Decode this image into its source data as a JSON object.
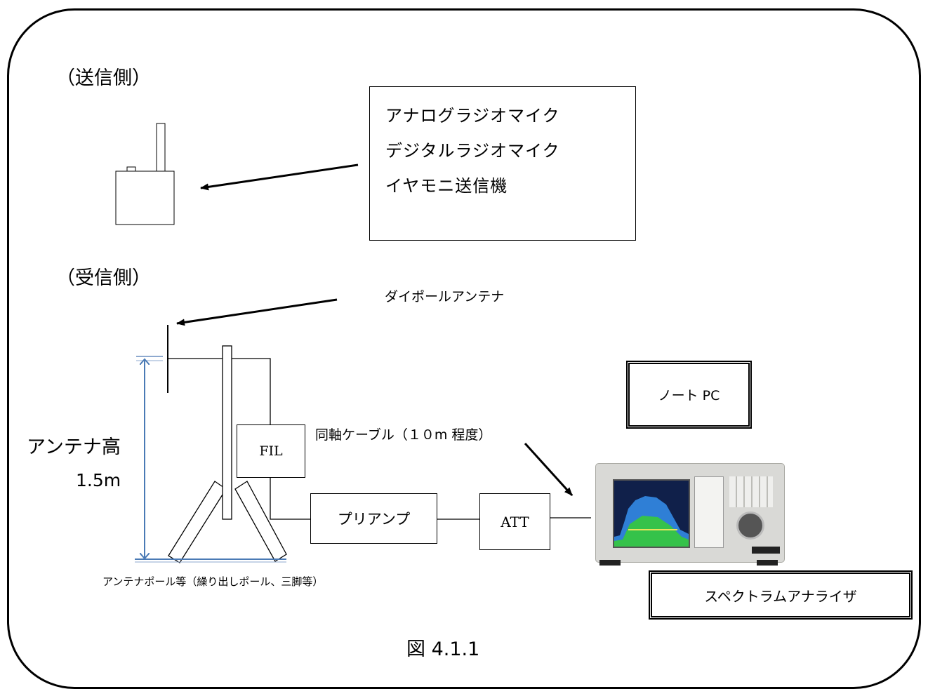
{
  "sections": {
    "transmit_label": "（送信側）",
    "receive_label": "（受信側）"
  },
  "transmitters": [
    "アナログラジオマイク",
    "デジタルラジオマイク",
    "イヤモニ送信機"
  ],
  "labels": {
    "dipole_antenna": "ダイポールアンテナ",
    "antenna_height": "アンテナ高",
    "antenna_height_value": "1.5m",
    "filter": "FIL",
    "coax_cable": "同軸ケーブル（１０m 程度）",
    "preamp": "プリアンプ",
    "attenuator": "ATT",
    "notebook_pc": "ノート PC",
    "spectrum_analyzer": "スペクトラムアナライザ",
    "pole_note": "アンテナポール等（繰り出しポール、三脚等）",
    "figure_caption": "図 4.1.1"
  },
  "colors": {
    "height_arrow": "#4a7ab5"
  }
}
